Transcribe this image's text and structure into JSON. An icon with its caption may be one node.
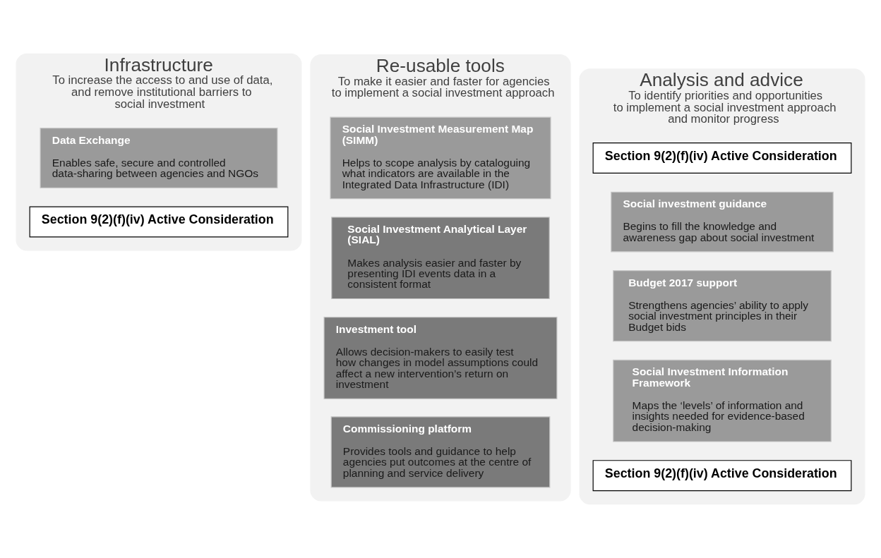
{
  "diagram": {
    "nodes": [
      {
        "text": [
          "Infrastructure",
          "To increase the access to and use of data, and remove institutional barriers to social investment"
        ]
      },
      {
        "text": [
          "Data Exchange",
          "Enables safe, secure and controlled data-sharing between agencies and NGOs"
        ],
        "in": 0
      },
      {
        "text": [
          "Section 9(2)(f)(iv) Active Consideration"
        ],
        "in": 0
      },
      {
        "text": [
          "Re-usable tools",
          "To make it easier and faster for agencies to implement a social investment approach"
        ]
      },
      {
        "text": [
          "Social Investment Measurement Map (SIMM)",
          "Helps to scope analysis by cataloguing what indicators are available in the Integrated Data Infrastructure (IDI)"
        ],
        "in": 3
      },
      {
        "text": [
          "Social Investment Analytical Layer (SIAL)",
          "Makes analysis easier and faster by presenting IDI events data in a consistent format"
        ],
        "in": 3
      },
      {
        "text": [
          "Investment tool",
          "Allows decision-makers to easily test how changes in model assumptions could affect a new intervention’s return on investment"
        ],
        "in": 3
      },
      {
        "text": [
          "Commissioning platform",
          "Provides tools and guidance to help agencies put outcomes at the centre of planning and service delivery"
        ],
        "in": 3
      },
      {
        "text": [
          "Analysis and advice",
          "To identify priorities and opportunities to implement a social investment approach and monitor progress"
        ]
      },
      {
        "text": [
          "Section 9(2)(f)(iv) Active Consideration"
        ],
        "in": 8
      },
      {
        "text": [
          "Social investment guidance",
          "Begins to fill the knowledge and awareness gap about social investment"
        ],
        "in": 8
      },
      {
        "text": [
          "Budget 2017 support",
          "Strengthens agencies’ ability to apply social investment principles in their Budget bids"
        ],
        "in": 8
      },
      {
        "text": [
          "Social Investment Information Framework",
          "Maps the ‘levels’ of information and insights needed for evidence-based decision-making"
        ],
        "in": 8
      },
      {
        "text": [
          "Section 9(2)(f)(iv) Active Consideration"
        ],
        "in": 8
      }
    ]
  }
}
